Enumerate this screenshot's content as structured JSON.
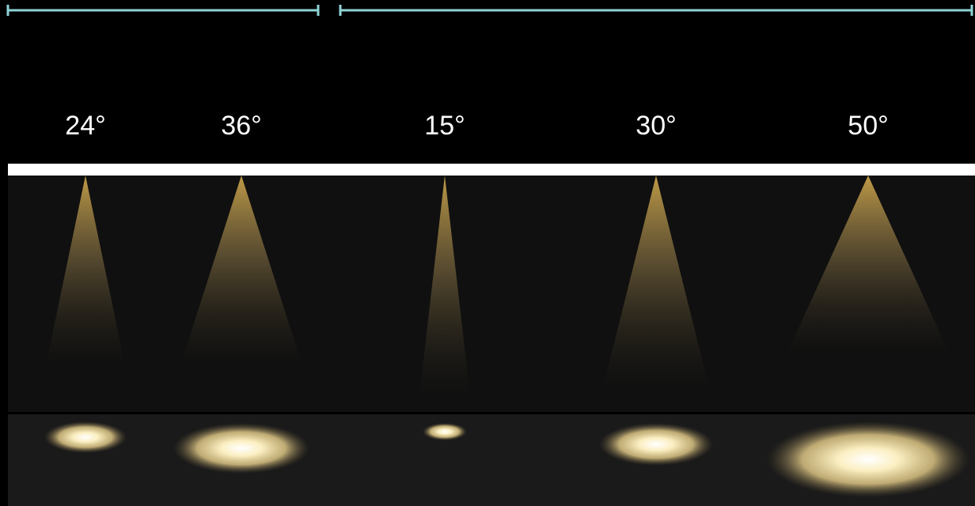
{
  "colors": {
    "background": "#000000",
    "bracket_line": "#8fd3d6",
    "ceiling": "#ffffff",
    "cone_panel": "#101010",
    "floor_panel": "#1a1a1a",
    "beam_color": "#c8a24a",
    "spot_core": "#ffffff",
    "spot_warm": "#f7e2a0"
  },
  "beams": [
    {
      "label": "24°",
      "angle_deg": 24
    },
    {
      "label": "36°",
      "angle_deg": 36
    },
    {
      "label": "15°",
      "angle_deg": 15
    },
    {
      "label": "30°",
      "angle_deg": 30
    },
    {
      "label": "50°",
      "angle_deg": 50
    }
  ]
}
